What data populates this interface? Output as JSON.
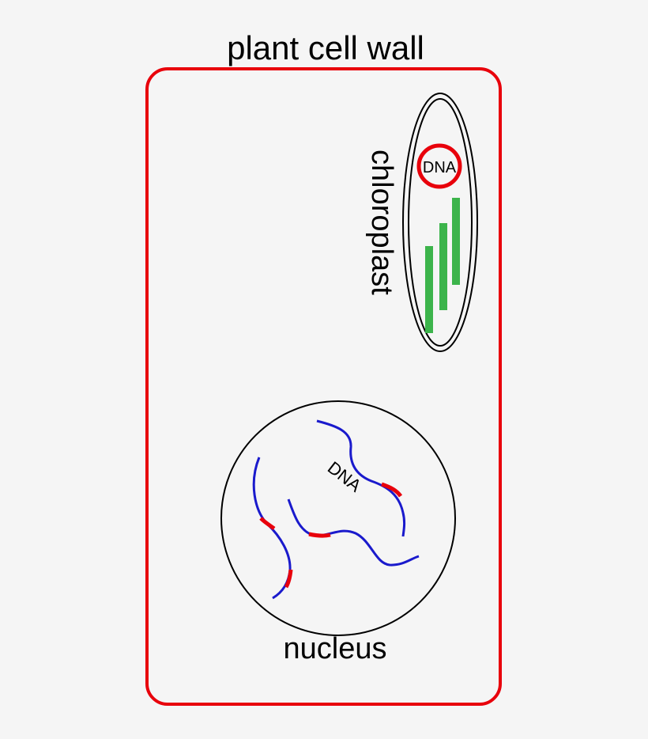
{
  "labels": {
    "cell_wall": "plant cell wall",
    "chloroplast": "chloroplast",
    "chloroplast_dna": "DNA",
    "nucleus_dna": "DNA",
    "nucleus": "nucleus"
  },
  "colors": {
    "background": "#f5f5f5",
    "cell_wall": "#e8000b",
    "outline": "#000000",
    "chloroplast_dna": "#e8000b",
    "thylakoid": "#3cb44b",
    "dna_strand": "#1a1acc",
    "dna_highlight": "#e8000b"
  }
}
